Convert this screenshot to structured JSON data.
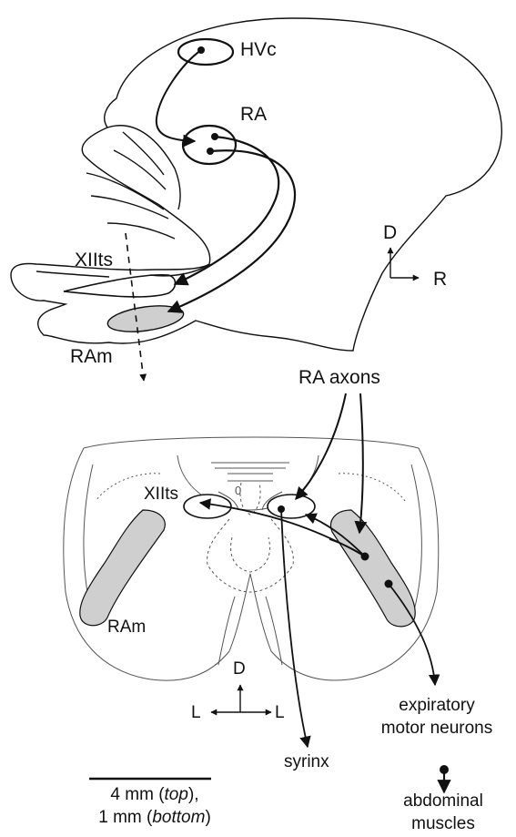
{
  "labels": {
    "hvc": "HVc",
    "ra": "RA",
    "xiits_top": "XIIts",
    "ram_top": "RAm",
    "dir_d_top": "D",
    "dir_r": "R",
    "ra_axons": "RA axons",
    "xiits_bottom": "XIIts",
    "zero_mark": "0",
    "ram_bottom": "RAm",
    "dir_d_bottom": "D",
    "dir_l_left": "L",
    "dir_l_right": "L",
    "syrinx": "syrinx",
    "expiratory_line1": "expiratory",
    "expiratory_line2": "motor neurons",
    "abdominal_line1": "abdominal",
    "abdominal_line2": "muscles"
  },
  "scale_bar": {
    "top_prefix": "4 mm (",
    "top_italic": "top",
    "top_suffix": "),",
    "bottom_prefix": "1 mm (",
    "bottom_italic": "bottom",
    "bottom_suffix": ")"
  },
  "colors": {
    "stroke": "#111111",
    "nucleus_fill": "#cfcfcf",
    "background": "#ffffff"
  }
}
